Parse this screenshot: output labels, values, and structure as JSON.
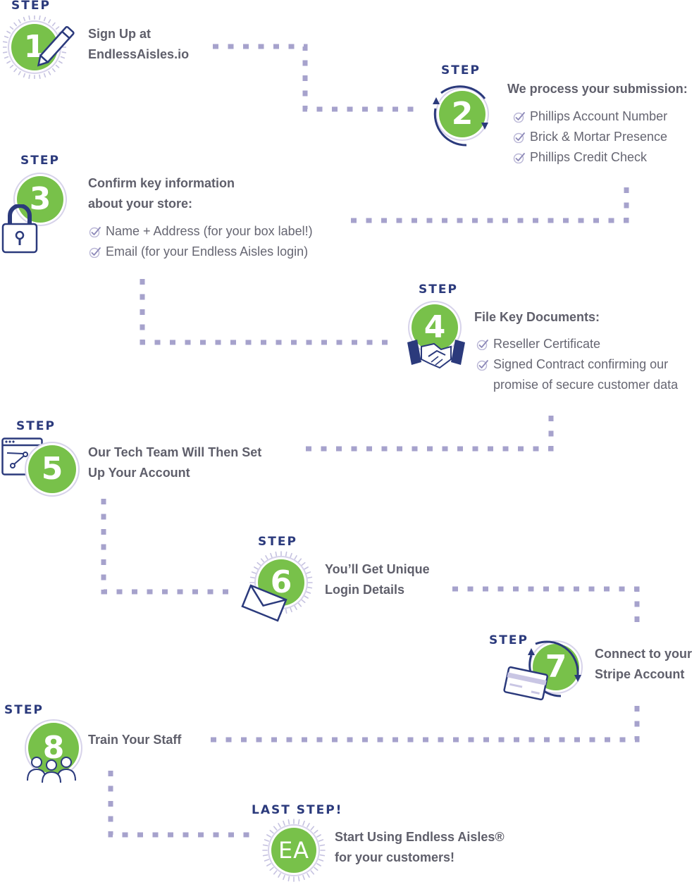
{
  "colors": {
    "green": "#78c14a",
    "navy": "#2b3a7c",
    "dots": "#a6a2cc",
    "text": "#5f5f6b",
    "ray": "#c5c2e0"
  },
  "steps": [
    {
      "label": "STEP",
      "number": "1",
      "icon": "pencil-icon",
      "title": [
        "Sign Up at",
        "EndlessAisles.io"
      ],
      "items": []
    },
    {
      "label": "STEP",
      "number": "2",
      "icon": "refresh-arrows-icon",
      "title": [
        "We process your submission:"
      ],
      "items": [
        "Phillips Account Number",
        "Brick & Mortar Presence",
        "Phillips Credit Check"
      ]
    },
    {
      "label": "STEP",
      "number": "3",
      "icon": "padlock-icon",
      "title": [
        "Confirm key information",
        "about your store:"
      ],
      "items": [
        "Name + Address (for your box label!)",
        "Email (for your Endless Aisles login)"
      ]
    },
    {
      "label": "STEP",
      "number": "4",
      "icon": "handshake-icon",
      "title": [
        "File Key Documents:"
      ],
      "items": [
        "Reseller Certificate",
        "Signed Contract confirming our"
      ],
      "items_continuation": "promise of secure customer data"
    },
    {
      "label": "STEP",
      "number": "5",
      "icon": "browser-window-icon",
      "title": [
        "Our Tech Team Will Then Set",
        "Up Your Account"
      ],
      "items": []
    },
    {
      "label": "STEP",
      "number": "6",
      "icon": "envelope-icon",
      "title": [
        "You’ll Get Unique",
        "Login Details"
      ],
      "items": []
    },
    {
      "label": "STEP",
      "number": "7",
      "icon": "credit-card-icon",
      "title": [
        "Connect to your",
        "Stripe Account"
      ],
      "items": []
    },
    {
      "label": "STEP",
      "number": "8",
      "icon": "team-people-icon",
      "title": [
        "Train Your Staff"
      ],
      "items": []
    },
    {
      "label": "LAST STEP!",
      "number": "EA",
      "icon": "sunburst-icon",
      "title": [
        "Start Using Endless Aisles®",
        "for your customers!"
      ],
      "items": []
    }
  ]
}
